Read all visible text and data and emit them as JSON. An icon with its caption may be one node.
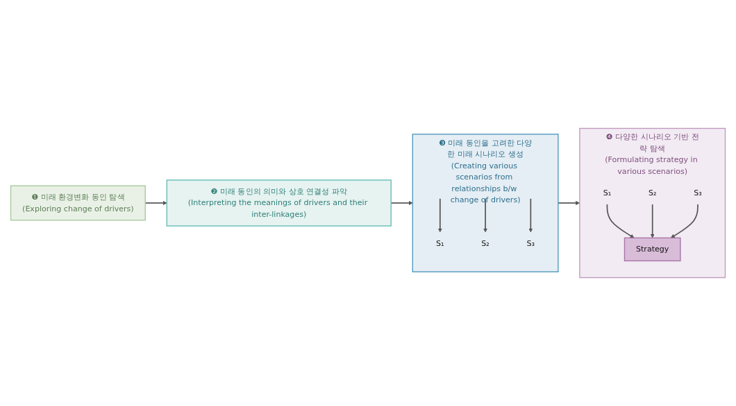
{
  "diagram": {
    "nodes": [
      {
        "text": [
          "❶ 미래 환경변화 동인 탐색",
          "(Exploring change of drivers)"
        ]
      },
      {
        "text": [
          "❷ 미래 동인의 의미와 상호 연결성 파악",
          "(Interpreting the meanings of drivers and their inter-linkages)"
        ]
      },
      {
        "text": [
          "❸ 미래 동인을 고려한 다양한 미래 시나리오 생성",
          "(Creating various scenarios from relationships b/w change of drivers)"
        ]
      },
      {
        "text": [
          "S₁"
        ],
        "in": 2
      },
      {
        "text": [
          "S₂"
        ],
        "in": 2
      },
      {
        "text": [
          "S₃"
        ],
        "in": 2
      },
      {
        "text": [
          "❹ 다양한 시나리오 기반 전략 탐색",
          "(Formulating strategy in various scenarios)"
        ]
      },
      {
        "text": [
          "S₁"
        ],
        "in": 6
      },
      {
        "text": [
          "S₂"
        ],
        "in": 6
      },
      {
        "text": [
          "S₃"
        ],
        "in": 6
      },
      {
        "text": [
          "Strategy"
        ],
        "in": 6
      }
    ],
    "edges": [
      {
        "from": 0,
        "to": 1,
        "arrow": "to"
      },
      {
        "from": 1,
        "to": 2,
        "arrow": "to"
      },
      {
        "from": 2,
        "to": 6,
        "arrow": "to"
      },
      {
        "from": null,
        "to": 3,
        "arrow": "to"
      },
      {
        "from": null,
        "to": 4,
        "arrow": "to"
      },
      {
        "from": null,
        "to": 5,
        "arrow": "to"
      },
      {
        "from": 7,
        "to": 10,
        "arrow": "to"
      },
      {
        "from": 8,
        "to": 10,
        "arrow": "to"
      },
      {
        "from": 9,
        "to": 10,
        "arrow": "to"
      }
    ]
  }
}
